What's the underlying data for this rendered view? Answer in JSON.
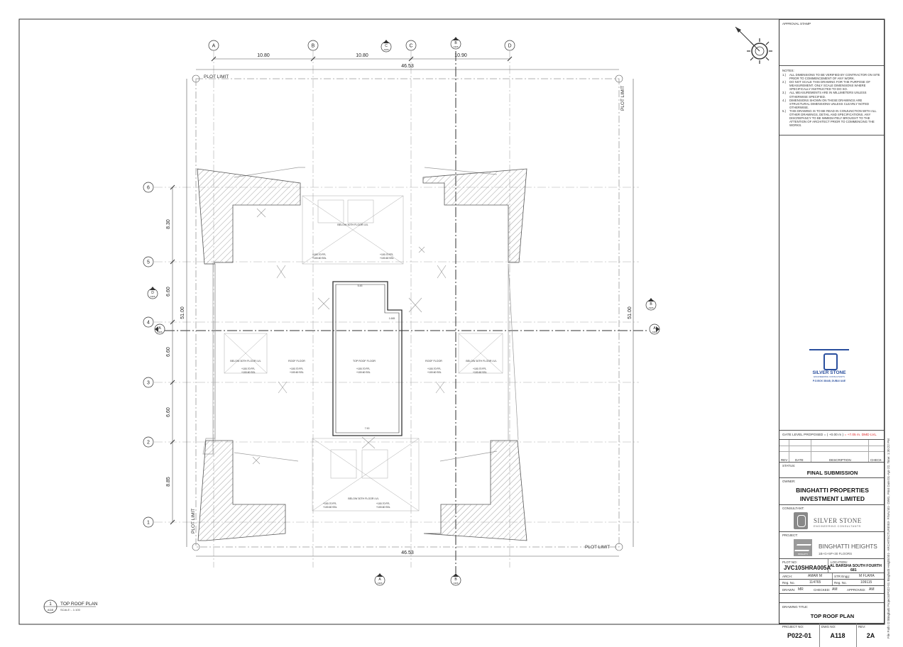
{
  "drawing": {
    "grid_columns": [
      "A",
      "B",
      "C",
      "D"
    ],
    "grid_rows": [
      "6",
      "5",
      "4",
      "3",
      "2",
      "1"
    ],
    "col_dims": [
      "10.80",
      "10.80",
      "10.90"
    ],
    "row_dims": [
      "8.30",
      "6.60",
      "6.60",
      "6.60",
      "8.85"
    ],
    "overall_width": "46.53",
    "overall_depth": "51.00",
    "plot_limit": "PLOT LIMIT",
    "section_markers": [
      {
        "letter": "C",
        "sheet": "A306"
      },
      {
        "letter": "B",
        "sheet": "A306"
      },
      {
        "letter": "D",
        "sheet": "A306"
      },
      {
        "letter": "A",
        "sheet": "A306"
      }
    ],
    "room_labels": {
      "top_lift": "BELOW 30TH FLOOR LVL",
      "bottom_lift": "BELOW 30TH FLOOR LVL",
      "left_wing": "BELOW 30TH FLOOR LVL",
      "right_wing": "BELOW 30TH FLOOR LVL",
      "roof_left": "ROOF FLOOR",
      "roof_right": "ROOF FLOOR",
      "top_roof": "TOP ROOF FLOOR"
    },
    "level_a": "+100.70 FFL",
    "level_b": "+100.60 SSL",
    "title": "TOP ROOF PLAN",
    "title_no": "1",
    "title_sheet": "A118",
    "scale": "SCALE :- 1:100"
  },
  "title_block": {
    "approval_stamp": "APPROVAL STAMP",
    "notes_title": "NOTES:",
    "notes": [
      {
        "n": "1.)",
        "t": "ALL DIMENSIONS TO BE VERIFIED BY CONTRACTOR ON SITE PRIOR TO COMMENCEMENT OF ANY WORK."
      },
      {
        "n": "2.)",
        "t": "DO NOT SCALE THIS DRAWING FOR THE PURPOSE OF MEASUREMENT. ONLY SCALE DIMENSIONS WHERE SPECIFICALLY INSTRUCTED TO DO SO."
      },
      {
        "n": "3.)",
        "t": "ALL MEASUREMENTS ARE IN MILLIMETERS UNLESS OTHERWISE SPECIFIED."
      },
      {
        "n": "4.)",
        "t": "DIMENSIONS SHOWN ON THESE DRAWINGS ARE STRUCTURAL DIMENSIONS UNLESS CLEARLY NOTED OTHERWISE."
      },
      {
        "n": "5.)",
        "t": "THIS DRAWING IS TO BE READ IN CONJUNCTION WITH ALL OTHER DRAWINGS, DETAIL AND SPECIFICATIONS. ANY DISCREPANCY TO BE IMMEDIATELY BROUGHT TO THE ATTENTION OF ARCHITECT PRIOR TO COMMENCING THE WORKS."
      }
    ],
    "stamp_company": "SILVER STONE",
    "stamp_sub": "ENGINEERING CONSULTANTS",
    "stamp_box": "P.O.BOX 38448, DUBAI UAE",
    "gate_level": "GATE LEVEL PROPOSED = ( +0.00 m )",
    "gate_level_red": "= +7.05 m. DMD LVL.",
    "rev_header": {
      "rev": "REV",
      "date": "DATE",
      "description": "DESCRIPTION",
      "check": "CHECK"
    },
    "status_label": "STATUS:",
    "status": "FINAL SUBMISSION",
    "owner_label": "OWNER:",
    "owner_line1": "BINGHATTI PROPERTIES",
    "owner_line2": "INVESTMENT LIMITED",
    "consultant_label": "CONSULTANT:",
    "consultant_name": "SILVER STONE",
    "consultant_sub": "ENGINEERING CONSULTANTS",
    "project_label": "PROJECT:",
    "project_logo_text": "BINGHATTI",
    "project_name": "BINGHATTI HEIGHTS",
    "project_floors": "1B+G+5P+30 FLOORS",
    "plot_label": "PLOT NO:",
    "plot_no": "JVC10SHRA005A",
    "location_label": "LOCATION:",
    "location": "AL BARSHA SOUTH FOURTH",
    "location_no": "681",
    "arch_label": "ARCH:",
    "arch": "AMAR M",
    "str_label": "STR Engg:",
    "str": "M FLAHA",
    "reg1_label": "Reg. No.",
    "reg1": "114765",
    "reg2_label": "Reg. No.",
    "reg2": "109115",
    "drawn_label": "DRAWN:",
    "drawn": "MR",
    "checked_label": "CHECKED:",
    "checked": "AM",
    "approved_label": "APPROVED:",
    "approved": "AM",
    "drawing_title_label": "DRAWING TITLE:",
    "drawing_title": "TOP ROOF PLAN",
    "project_no_label": "PROJECT NO:",
    "project_no": "P022-01",
    "dwg_no_label": "DWG NO:",
    "dwg_no": "A118",
    "rev_label": "REV:",
    "rev": "2A",
    "file_path": "File Path: D:\\Binghatti Projects\\P022-01 Binghatti Heights\\01- ARCHITECTURE\\03- FINAL\\01- DWG, Print Date:01-Apr-22, Time: 1:30:22 PM"
  }
}
